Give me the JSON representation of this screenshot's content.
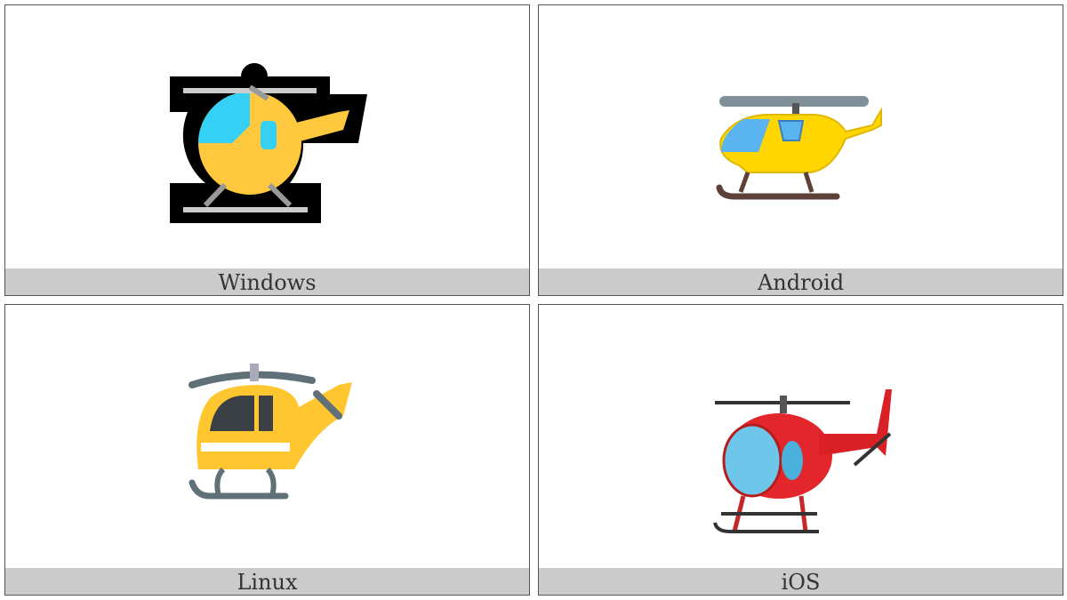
{
  "panels": [
    {
      "label": "Windows",
      "icon": "helicopter-icon"
    },
    {
      "label": "Android",
      "icon": "helicopter-icon"
    },
    {
      "label": "Linux",
      "icon": "helicopter-icon"
    },
    {
      "label": "iOS",
      "icon": "helicopter-icon"
    }
  ],
  "colors": {
    "label_bg": "#cbcbcb",
    "label_text": "#333333",
    "border": "#555555"
  }
}
